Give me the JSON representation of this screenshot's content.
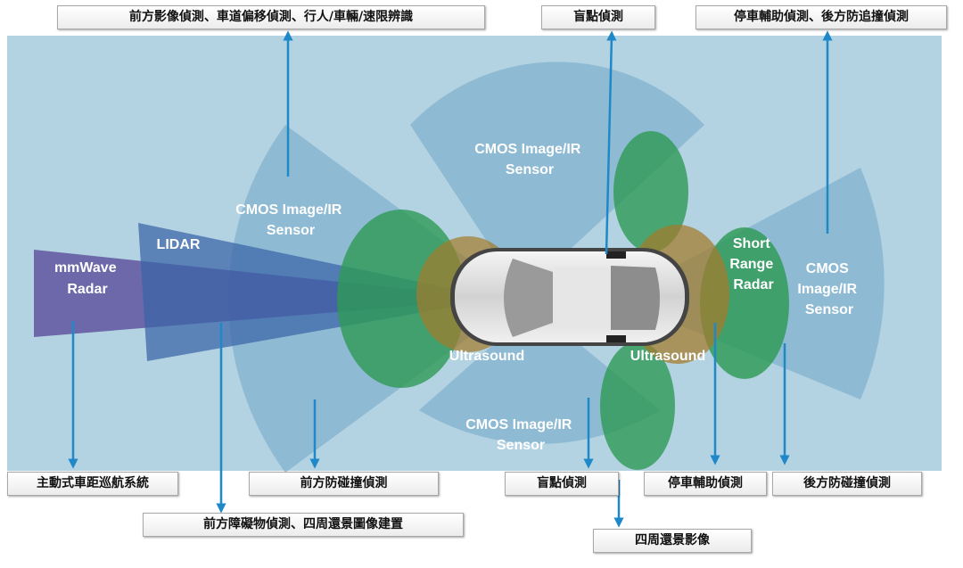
{
  "sensors": {
    "mmwave_radar": {
      "line1": "mmWave",
      "line2": "Radar"
    },
    "lidar": "LIDAR",
    "cmos_front": {
      "line1": "CMOS Image/IR",
      "line2": "Sensor"
    },
    "cmos_top": {
      "line1": "CMOS Image/IR",
      "line2": "Sensor"
    },
    "cmos_bottom": {
      "line1": "CMOS Image/IR",
      "line2": "Sensor"
    },
    "cmos_rear": {
      "line1": "CMOS",
      "line2": "Image/IR",
      "line3": "Sensor"
    },
    "ultrasound_front": "Ultrasound",
    "ultrasound_rear": "Ultrasound",
    "short_range_radar": {
      "line1": "Short",
      "line2": "Range",
      "line3": "Radar"
    }
  },
  "functions": {
    "front_camera": "前方影像偵測、車道偏移偵測、行人/車輛/速限辨識",
    "blind_spot_top": "盲點偵測",
    "rear_collision": "停車輔助偵測、後方防追撞偵測",
    "acc": "主動式車距巡航系統",
    "front_collision": "前方防碰撞偵測",
    "front_obstacle": "前方障礙物偵測、四周還景圖像建置",
    "blind_spot_bottom": "盲點偵測",
    "surround_view": "四周還景影像",
    "park_assist": "停車輔助偵測",
    "rear_anti_collision": "後方防碰撞偵測"
  },
  "colors": {
    "background": "#b3d3e2",
    "cmos_zone": "#6fa5c7",
    "lidar": "#3a64a8",
    "mmwave": "#5a4a9a",
    "ultrasound": "#2e9a55",
    "short_range_radar": "#a57a2a",
    "arrow": "#1e88c8"
  }
}
